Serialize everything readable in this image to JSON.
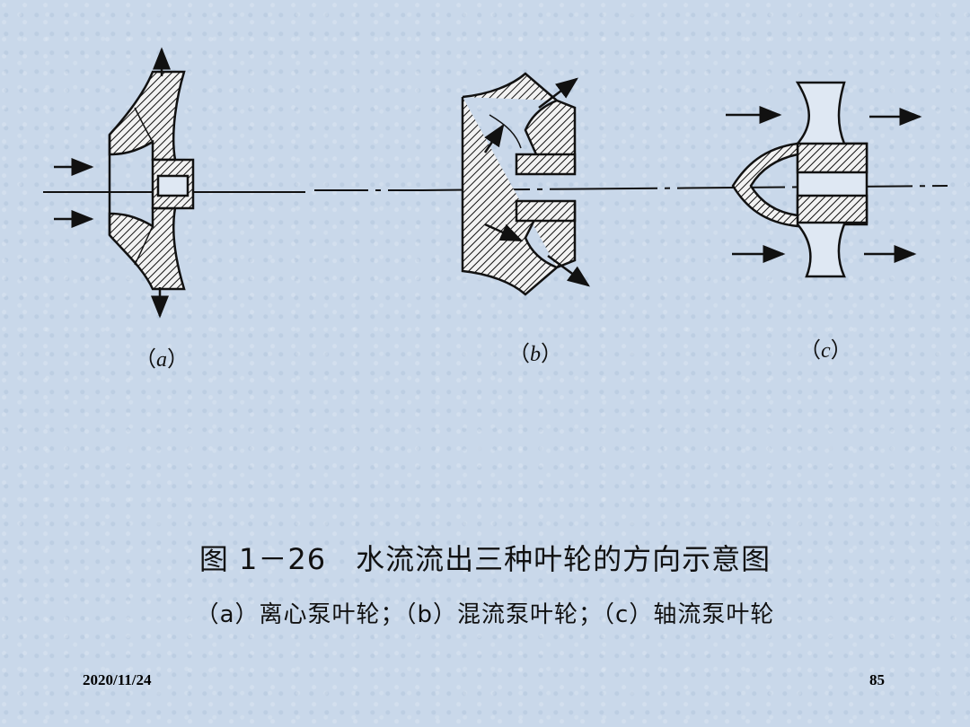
{
  "figure": {
    "labels": {
      "a": [
        "（",
        "a",
        "）"
      ],
      "b": [
        "（",
        "b",
        "）"
      ],
      "c": [
        "（",
        "c",
        "）"
      ]
    },
    "caption_title": "图 1－26　水流流出三种叶轮的方向示意图",
    "caption_sub": "（a）离心泵叶轮；（b）混流泵叶轮；（c）轴流泵叶轮"
  },
  "footer": {
    "date": "2020/11/24",
    "page": "85"
  }
}
